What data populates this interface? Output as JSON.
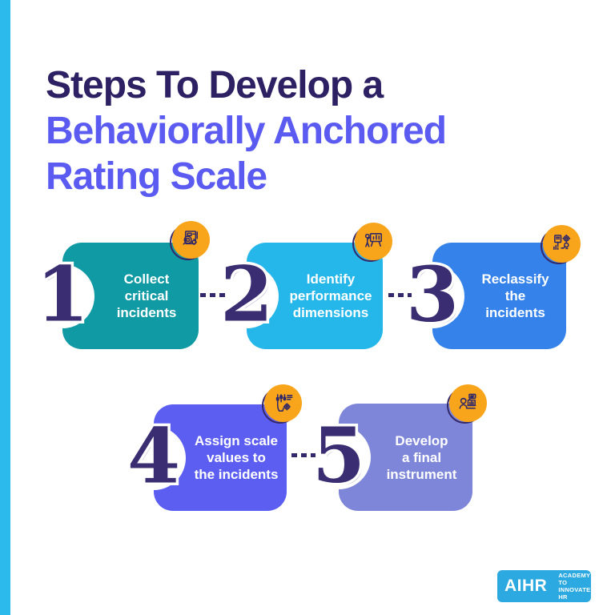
{
  "page_title": "Steps To Develop a Behaviorally Anchored Rating Scale",
  "accent_bar_color": "#2CBAEC",
  "title": {
    "line1": "Steps To Develop a",
    "line2": "Behaviorally Anchored",
    "line3": "Rating Scale",
    "line1_color": "#2D2163",
    "accent_color": "#5B5BF2"
  },
  "palette": {
    "number_color": "#3A2D72",
    "number_outline_color": "#FFFFFF",
    "connector_color": "#33286B",
    "badge_color": "#F9A51B",
    "badge_ring_color": "#33286B",
    "label_color": "#FFFFFF"
  },
  "steps": [
    {
      "number": "1",
      "lines": [
        "Collect",
        "critical",
        "incidents"
      ],
      "color": "#109AA3",
      "icon": "document-magnifier-icon"
    },
    {
      "number": "2",
      "lines": [
        "Identify",
        "performance",
        "dimensions"
      ],
      "color": "#25B7EA",
      "icon": "presenter-board-icon"
    },
    {
      "number": "3",
      "lines": [
        "Reclassify",
        "the",
        "incidents"
      ],
      "color": "#3583EA",
      "icon": "classify-gear-magnifier-icon"
    },
    {
      "number": "4",
      "lines": [
        "Assign scale",
        "values to",
        "the incidents"
      ],
      "color": "#5C5EF1",
      "icon": "sliders-hand-gear-icon"
    },
    {
      "number": "5",
      "lines": [
        "Develop",
        "a final",
        "instrument"
      ],
      "color": "#7E86D9",
      "icon": "person-report-icon"
    }
  ],
  "logo": {
    "brand": "AIHR",
    "tagline_line1": "ACADEMY TO",
    "tagline_line2": "INNOVATE HR",
    "bg_color": "#2BA9E0"
  }
}
